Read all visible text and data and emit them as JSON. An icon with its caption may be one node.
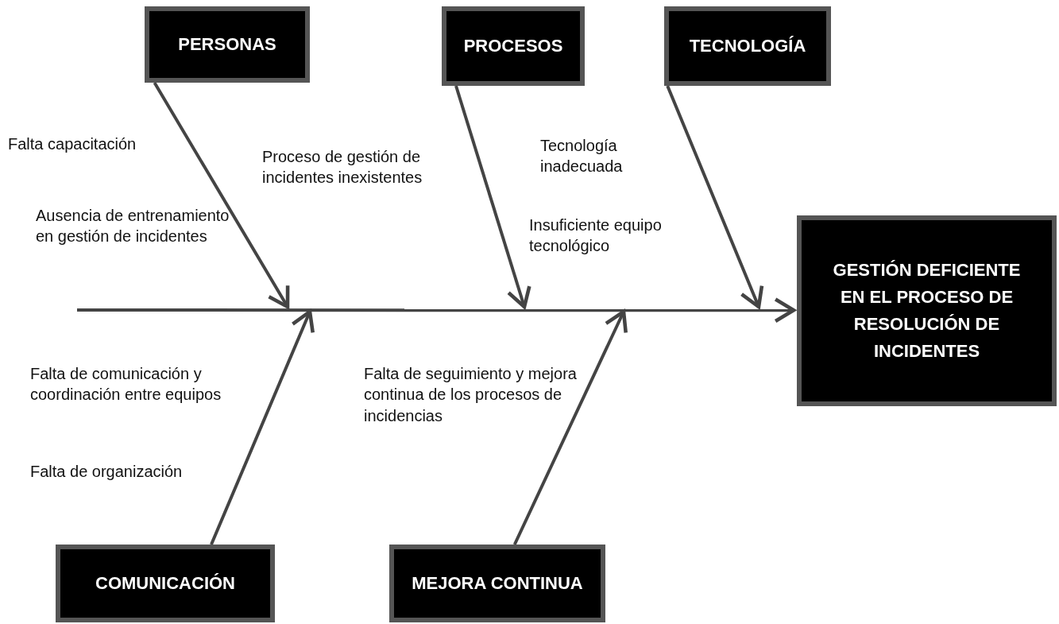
{
  "diagram": {
    "nodes": [
      {
        "text": [
          "PERSONAS"
        ]
      },
      {
        "text": [
          "PROCESOS"
        ]
      },
      {
        "text": [
          "TECNOLOGÍA"
        ]
      },
      {
        "text": [
          "GESTIÓN DEFICIENTE EN EL PROCESO DE RESOLUCIÓN DE INCIDENTES"
        ]
      },
      {
        "text": [
          "COMUNICACIÓN"
        ]
      },
      {
        "text": [
          "MEJORA CONTINUA"
        ]
      }
    ],
    "edges": [
      {
        "from": null,
        "to": 3,
        "arrow": "to"
      },
      {
        "from": 0,
        "to": null,
        "arrow": "to"
      },
      {
        "from": 1,
        "to": null,
        "arrow": "to"
      },
      {
        "from": 2,
        "to": null,
        "arrow": "to"
      },
      {
        "from": 4,
        "to": null,
        "arrow": "to"
      },
      {
        "from": 5,
        "to": null,
        "arrow": "to"
      }
    ],
    "labels": [
      "Falta capacitación",
      "Proceso de gestión de incidentes inexistentes",
      "Tecnología inadecuada",
      "Ausencia de entrenamiento en gestión de incidentes",
      "Insuficiente equipo tecnológico",
      "Falta de comunicación y coordinación entre equipos",
      "Falta de seguimiento y mejora continua de los procesos de incidencias",
      "Falta de organización"
    ]
  }
}
